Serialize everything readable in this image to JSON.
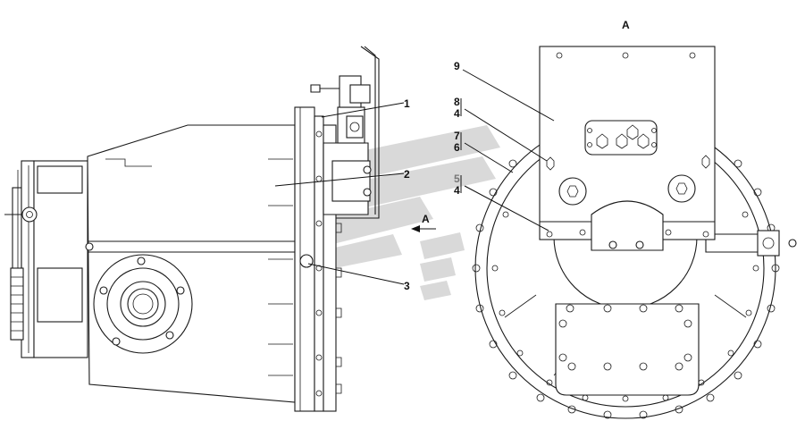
{
  "view_title": "A",
  "left_callouts": [
    "1",
    "2",
    "3"
  ],
  "arrow_label": "A",
  "right_callouts": {
    "c9": "9",
    "c8": "8",
    "c4a": "4",
    "c7": "7",
    "c6": "6",
    "c5": "5",
    "c4b": "4"
  }
}
